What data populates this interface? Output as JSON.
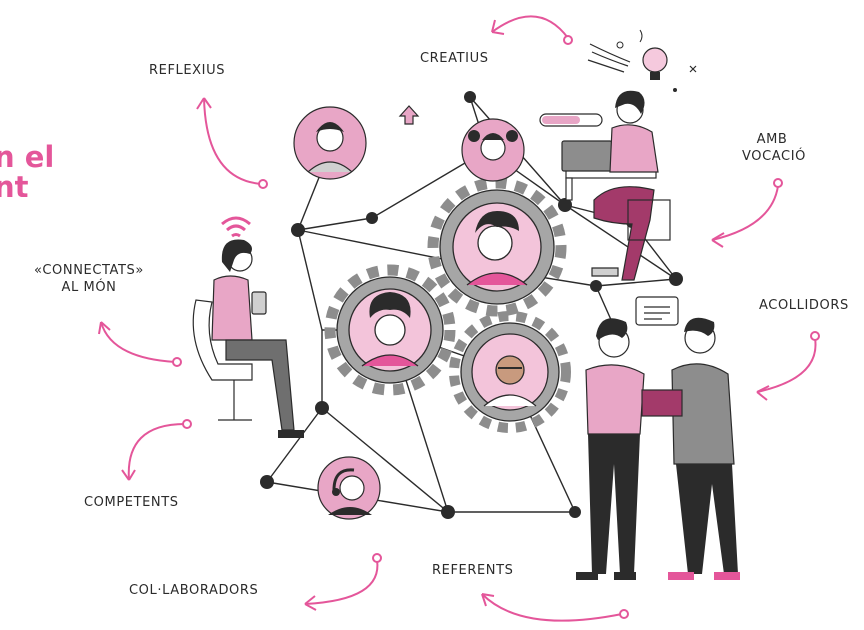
{
  "title": {
    "line1": "n el",
    "line2": "nt"
  },
  "labels": {
    "creatius": "CREATIUS",
    "reflexius": "REFLEXIUS",
    "amb_vocacio_1": "AMB",
    "amb_vocacio_2": "VOCACIÓ",
    "connectats_1": "«CONNECTATS»",
    "connectats_2": "AL MÓN",
    "acollidors": "ACOLLIDORS",
    "competents": "COMPETENTS",
    "referents": "REFERENTS",
    "collaboradors": "COL·LABORADORS"
  },
  "colors": {
    "accent": "#e4569a",
    "pink": "#e8a6c6",
    "dark": "#2b2b2b",
    "gear": "#8d8d8d"
  },
  "icons": [
    "lightbulb-icon",
    "laptop-icon",
    "phone-icon",
    "wifi-icon",
    "speech-bubble-icon",
    "arrow-up-icon",
    "headset-icon",
    "progress-bar-icon"
  ]
}
